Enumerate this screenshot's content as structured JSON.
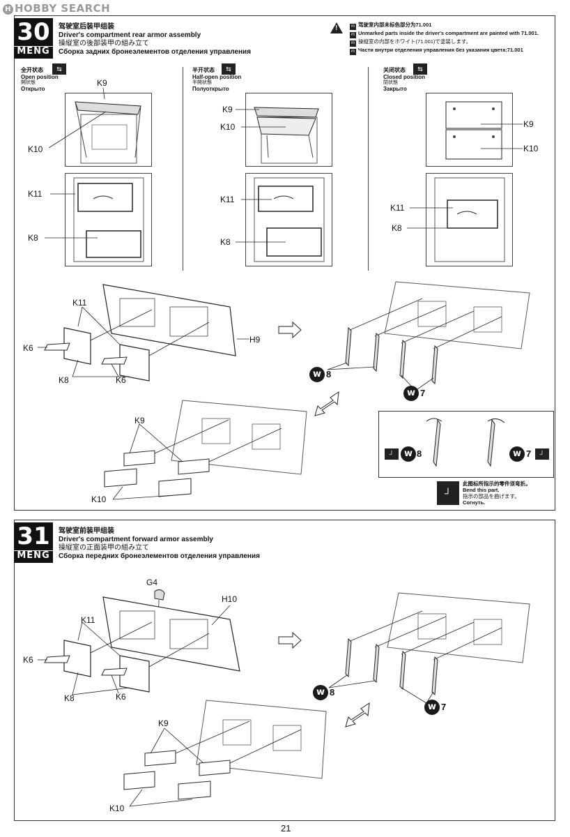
{
  "watermark": "HOBBY SEARCH",
  "brand": "MENG",
  "step30": {
    "number": "30",
    "title_cn": "驾驶室后装甲组装",
    "title_en": "Driver's compartment rear armor assembly",
    "title_jp": "操縦室の後部装甲の組み立て",
    "title_ru": "Сборка задних бронеэлементов отделения управления",
    "notes": [
      "驾驶室内部未标色部分为71.001",
      "Unmarked parts inside the driver's compartment are painted with 71.001.",
      "操縦室の内部をホワイト(71.001)で塗装します。",
      "Части внутри отделения управления без указания цвета:71.001"
    ],
    "states": [
      {
        "cn": "全开状态",
        "en": "Open position",
        "jp": "開状態",
        "ru": "Открыто"
      },
      {
        "cn": "半开状态",
        "en": "Half-open position",
        "jp": "半開状態",
        "ru": "Полуоткрыто"
      },
      {
        "cn": "关闭状态",
        "en": "Closed position",
        "jp": "閉状態",
        "ru": "Закрыто"
      }
    ],
    "bend": {
      "cn": "此图标所指示的零件须弯折。",
      "en": "Bend this part.",
      "jp": "指示の部品を曲げます。",
      "ru": "Согнуть."
    }
  },
  "step31": {
    "number": "31",
    "title_cn": "驾驶室前装甲组装",
    "title_en": "Driver's compartment forward armor assembly",
    "title_jp": "操縦室の正面装甲の組み立て",
    "title_ru": "Сборка передних бронеэлементов отделения управления"
  },
  "parts": {
    "k6": "K6",
    "k8": "K8",
    "k9": "K9",
    "k10": "K10",
    "k11": "K11",
    "h9": "H9",
    "h10": "H10",
    "g4": "G4"
  },
  "paints": {
    "w": "w",
    "n7": "7",
    "n8": "8"
  },
  "page_number": "21"
}
